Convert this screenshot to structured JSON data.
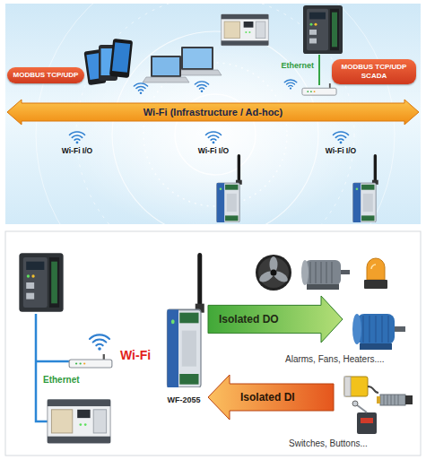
{
  "diagram": {
    "nodes": [
      {
        "text": [
          "MODBUS TCP/UDP"
        ]
      },
      {
        "text": [
          "MODBUS TCP/UDP SCADA"
        ]
      },
      {
        "text": [
          "Wi-Fi (Infrastructure / Ad-hoc)"
        ]
      },
      {
        "text": [
          "Isolated DO"
        ]
      },
      {
        "text": [
          "Isolated DI"
        ]
      }
    ],
    "labels": [
      "Ethernet",
      "Wi-Fi I/O",
      "Wi-Fi I/O",
      "Wi-Fi I/O",
      "Wi-Fi",
      "Ethernet",
      "WF-2055",
      "Alarms, Fans, Heaters....",
      "Switches, Buttons..."
    ]
  }
}
